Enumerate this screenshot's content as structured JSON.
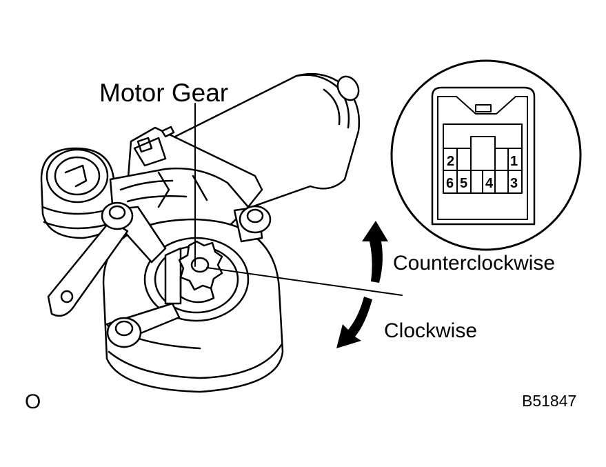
{
  "labels": {
    "motor_gear": "Motor Gear",
    "counterclockwise": "Counterclockwise",
    "clockwise": "Clockwise",
    "figure_mark": "O",
    "figure_code": "B51847"
  },
  "connector": {
    "pins": [
      "1",
      "2",
      "3",
      "4",
      "5",
      "6"
    ]
  },
  "colors": {
    "line": "#000000",
    "background": "#ffffff"
  }
}
